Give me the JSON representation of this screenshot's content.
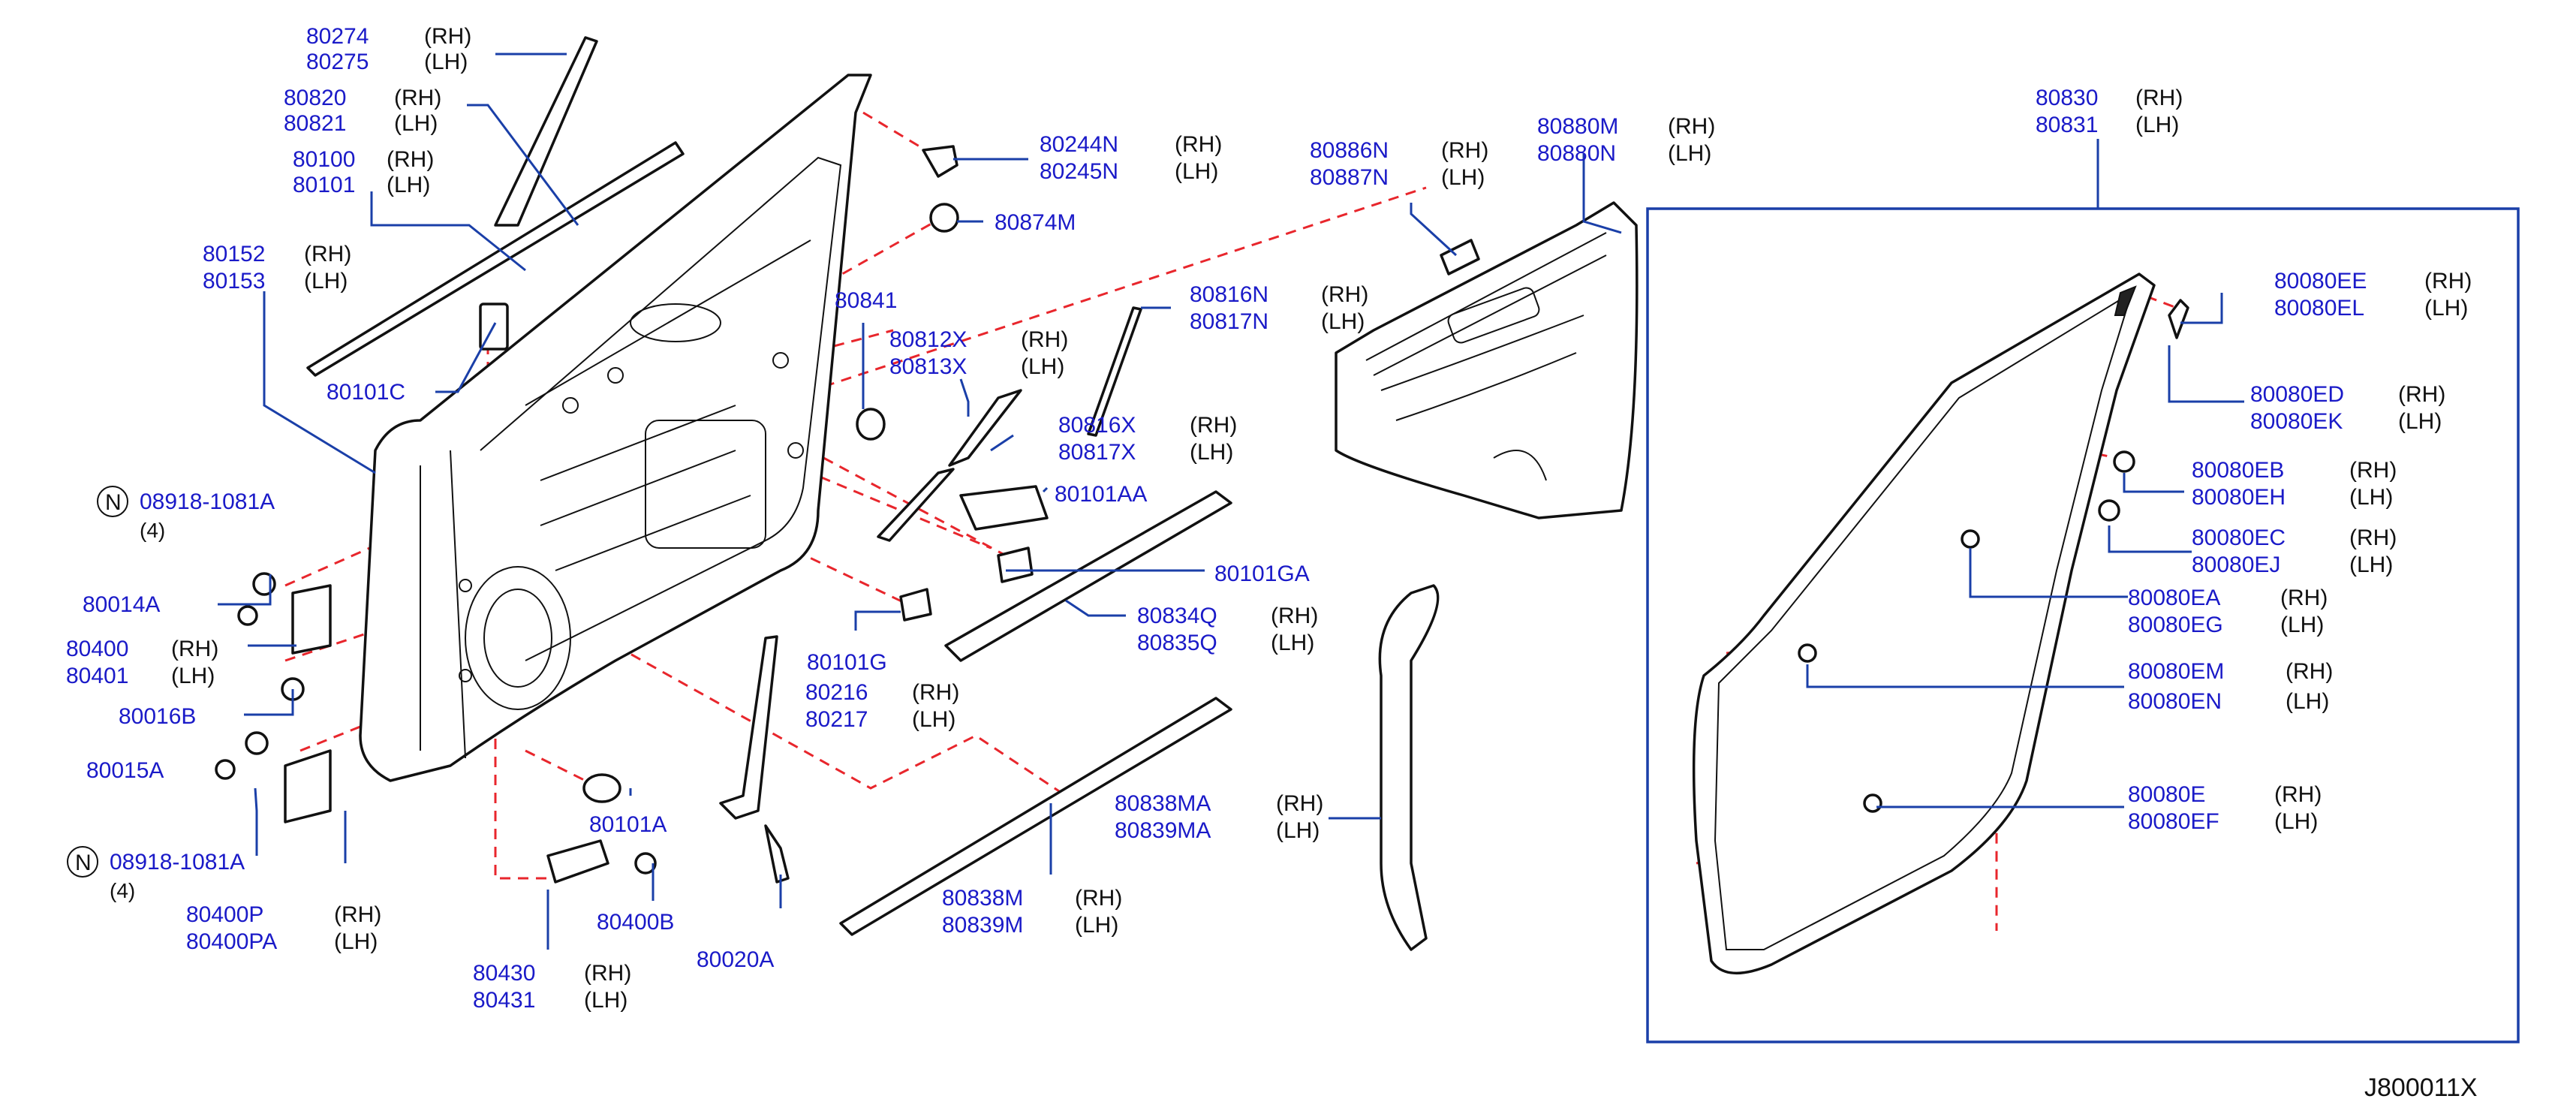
{
  "diagram_code": "J800011X",
  "side_rh": "(RH)",
  "side_lh": "(LH)",
  "qty4": "(4)",
  "n_symbol": "N",
  "labels": {
    "p80274": "80274",
    "p80275": "80275",
    "p80820": "80820",
    "p80821": "80821",
    "p80100": "80100",
    "p80101": "80101",
    "p80152": "80152",
    "p80153": "80153",
    "p80101C": "80101C",
    "p08918a": "08918-1081A",
    "p08918b": "08918-1081A",
    "p80014A": "80014A",
    "p80400": "80400",
    "p80401": "80401",
    "p80016B": "80016B",
    "p80015A": "80015A",
    "p80400P": "80400P",
    "p80400PA": "80400PA",
    "p80430": "80430",
    "p80431": "80431",
    "p80400B": "80400B",
    "p80101A": "80101A",
    "p80020A": "80020A",
    "p80244N": "80244N",
    "p80245N": "80245N",
    "p80874M": "80874M",
    "p80841": "80841",
    "p80812X": "80812X",
    "p80813X": "80813X",
    "p80816N": "80816N",
    "p80817N": "80817N",
    "p80816X": "80816X",
    "p80817X": "80817X",
    "p80101AA": "80101AA",
    "p80101GA": "80101GA",
    "p80101G": "80101G",
    "p80834Q": "80834Q",
    "p80835Q": "80835Q",
    "p80216": "80216",
    "p80217": "80217",
    "p80838MA": "80838MA",
    "p80839MA": "80839MA",
    "p80838M": "80838M",
    "p80839M": "80839M",
    "p80886N": "80886N",
    "p80887N": "80887N",
    "p80880M": "80880M",
    "p80880N": "80880N",
    "p80830": "80830",
    "p80831": "80831",
    "p80080EE": "80080EE",
    "p80080EL": "80080EL",
    "p80080ED": "80080ED",
    "p80080EK": "80080EK",
    "p80080EB": "80080EB",
    "p80080EH": "80080EH",
    "p80080EC": "80080EC",
    "p80080EJ": "80080EJ",
    "p80080EA": "80080EA",
    "p80080EG": "80080EG",
    "p80080EM": "80080EM",
    "p80080EN": "80080EN",
    "p80080E": "80080E",
    "p80080EF": "80080EF"
  }
}
